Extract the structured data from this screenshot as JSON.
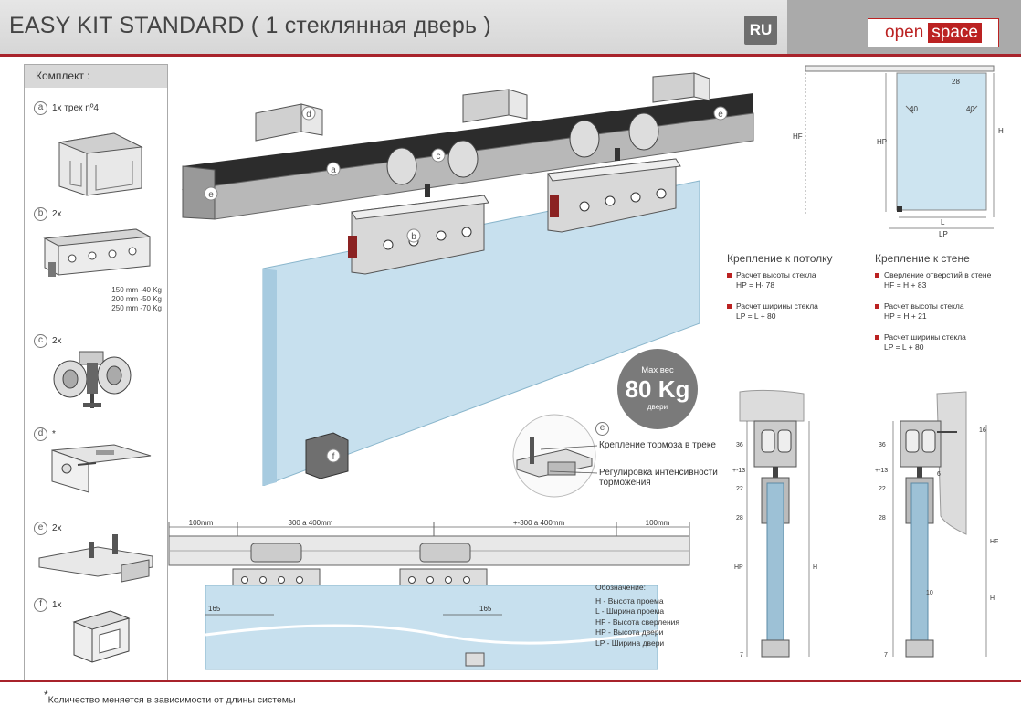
{
  "header": {
    "title": "EASY KIT STANDARD ( 1 стеклянная дверь  )",
    "lang": "RU",
    "logo_open": "open",
    "logo_space": "space"
  },
  "kit": {
    "heading": "Комплект :",
    "items": [
      {
        "letter": "a",
        "text": "1x трек nº4"
      },
      {
        "letter": "b",
        "text": "2x"
      },
      {
        "letter": "c",
        "text": "2x"
      },
      {
        "letter": "d",
        "text": "*"
      },
      {
        "letter": "e",
        "text": "2x"
      },
      {
        "letter": "f",
        "text": "1x"
      }
    ],
    "weights": [
      "150 mm -40 Kg",
      "200 mm -50 Kg",
      "250 mm -70 Kg"
    ]
  },
  "main": {
    "callouts": [
      "a",
      "b",
      "c",
      "d",
      "e",
      "e",
      "f"
    ],
    "badge": {
      "line1": "Max вес",
      "line2": "80 Kg",
      "line3": "двери"
    }
  },
  "detail": {
    "letter": "e",
    "brake_label": "Крепление тормоза в треке",
    "adjust_line1": "Регулировка интенсивности",
    "adjust_line2": "торможения"
  },
  "track_dims": {
    "d1": "100mm",
    "d2": "300 а 400mm",
    "d3": "+-300 а 400mm",
    "d4": "100mm",
    "left_165": "165",
    "right_165": "165"
  },
  "legend": {
    "title": "Обозначение:",
    "items": [
      "H  - Высота проема",
      "L   - Ширина проема",
      "HF - Высота сверления",
      "HP - Высота двери",
      "LP - Ширина двери"
    ]
  },
  "front_view": {
    "hf": "HF",
    "hp": "HP",
    "h": "H",
    "d28": "28",
    "d40a": "40",
    "d40b": "40",
    "l": "L",
    "lp": "LP"
  },
  "ceiling": {
    "title": "Крепление к потолку",
    "items": [
      {
        "l1": "Расчет высоты стекла",
        "l2": "HP = H- 78"
      },
      {
        "l1": "Расчет ширины стекла",
        "l2": "LP = L + 80"
      }
    ]
  },
  "wall": {
    "title": "Крепление к стене",
    "items": [
      {
        "l1": "Сверление отверстий в стене",
        "l2": "HF = H + 83"
      },
      {
        "l1": "Расчет высоты стекла",
        "l2": "HP = H + 21"
      },
      {
        "l1": "Расчет ширины стекла",
        "l2": "LP = L + 80"
      }
    ]
  },
  "section_ceiling": {
    "d36": "36",
    "d13": "+-13",
    "d22": "22",
    "d28": "28",
    "hp": "HP",
    "h": "H",
    "d7": "7"
  },
  "section_wall": {
    "d16": "16",
    "d36": "36",
    "d13": "+-13",
    "d6": "6",
    "d22": "22",
    "d28": "28",
    "hf": "HF",
    "h": "H",
    "d10": "10",
    "d7": "7"
  },
  "footnote": {
    "star": "*",
    "text": "Количество меняется в зависимости от длины системы"
  }
}
